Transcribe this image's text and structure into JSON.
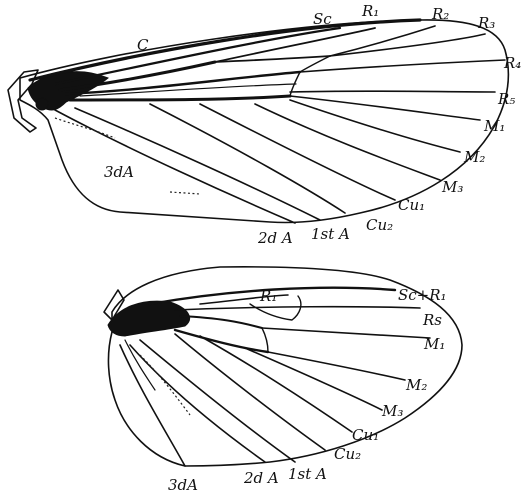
{
  "forewing": {
    "labels": {
      "c": "C",
      "sc": "Sc",
      "r1": "R₁",
      "r2": "R₂",
      "r3": "R₃",
      "r4": "R₄",
      "r5": "R₅",
      "m1": "M₁",
      "m2": "M₂",
      "m3": "M₃",
      "cu1": "Cu₁",
      "cu2": "Cu₂",
      "a1": "1st A",
      "a2": "2d A",
      "a3": "3dA"
    }
  },
  "hindwing": {
    "labels": {
      "sc_r1": "Sc+R₁",
      "r1": "R₁",
      "rs": "Rs",
      "m1": "M₁",
      "m2": "M₂",
      "m3": "M₃",
      "cu1": "Cu₁",
      "cu2": "Cu₂",
      "a1": "1st A",
      "a2": "2d A",
      "a3": "3dA"
    }
  }
}
